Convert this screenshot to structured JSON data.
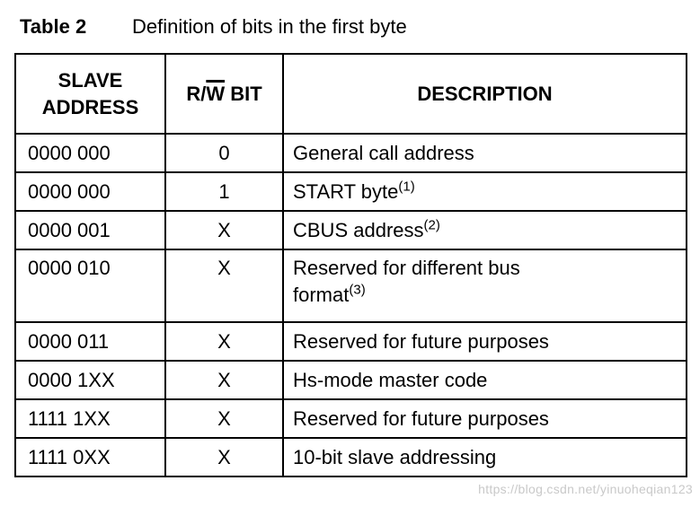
{
  "page": {
    "caption_label": "Table 2",
    "caption_text": "Definition of bits in the first byte",
    "watermark": "https://blog.csdn.net/yinuoheqian123",
    "colors": {
      "background": "#ffffff",
      "text": "#000000",
      "table_border": "#000000",
      "watermark": "#c9c9c9"
    }
  },
  "table": {
    "headers": {
      "slave_address": "SLAVE ADDRESS",
      "rw_prefix": "R/",
      "rw_overline": "W",
      "rw_suffix": " BIT",
      "description": "DESCRIPTION"
    },
    "rows": [
      {
        "address": "0000 000",
        "rw": "0",
        "desc": "General call address",
        "sup": ""
      },
      {
        "address": "0000 000",
        "rw": "1",
        "desc": "START byte",
        "sup": "(1)"
      },
      {
        "address": "0000 001",
        "rw": "X",
        "desc": "CBUS address",
        "sup": "(2)"
      },
      {
        "address": "0000 010",
        "rw": "X",
        "desc": "Reserved for different bus\nformat",
        "sup": "(3)"
      },
      {
        "address": "0000 011",
        "rw": "X",
        "desc": "Reserved for future purposes",
        "sup": ""
      },
      {
        "address": "0000 1XX",
        "rw": "X",
        "desc": "Hs-mode master code",
        "sup": ""
      },
      {
        "address": "1111 1XX",
        "rw": "X",
        "desc": "Reserved for future purposes",
        "sup": ""
      },
      {
        "address": "1111 0XX",
        "rw": "X",
        "desc": "10-bit slave addressing",
        "sup": ""
      }
    ]
  }
}
